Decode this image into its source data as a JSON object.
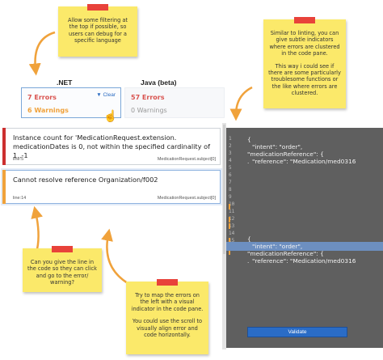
{
  "notes": {
    "filter": "Allow some filtering at the top if possible, so users can debug for a specific language",
    "linting_1": "Similar to linting, you can give subtle indicators where errors are clustered in the code pane.",
    "linting_2": "This way i could see if there are some particularly troublesome functions or the like where errors are clustered.",
    "line": "Can you give the line in the code so they can click and go to the error/ warning?",
    "map_1": "Try to map the errors on the left with a visual indicator in the code pane.",
    "map_2": "You could use the scroll to visually align error and code horizontally."
  },
  "tabs": [
    {
      "name": ".NET",
      "errors": "7 Errors",
      "warnings": "6 Warnings",
      "clear": "Clear"
    },
    {
      "name": "Java (beta)",
      "errors": "57 Errors",
      "warnings": "0 Warnings"
    }
  ],
  "issues": [
    {
      "message": "Instance count for 'MedicationRequest.extension. medicationDates is 0, not within the specified cardinality of 1..-1",
      "line": "line:5",
      "path": "MedicationRequest.subject[0]",
      "severity_color": "#cc2f2f"
    },
    {
      "message": "Cannot resolve reference Organization/f002",
      "line": "line:14",
      "path": "MedicationRequest.subject[0]",
      "severity_color": "#f0a23b"
    }
  ],
  "code": {
    "line_numbers": [
      "1",
      "2",
      "3",
      "4",
      "5",
      "6",
      "7",
      "8",
      "9",
      "10",
      "11",
      "12",
      "13",
      "14",
      "15",
      "16"
    ],
    "top": [
      "{",
      "\"intent\": \"order\",",
      "\"medicationReference\": {",
      "\"reference\": \"Medication/med0316"
    ],
    "bottom": [
      "{",
      "\"intent\": \"order\",",
      "\"medicationReference\": {",
      "\"reference\": \"Medication/med0316"
    ],
    "top_fold": ".",
    "bottom_fold": "."
  },
  "validate_label": "Validate",
  "colors": {
    "note": "#fbe96a",
    "tape": "#e8423a",
    "error": "#d9534f",
    "warning": "#f0a23b",
    "accent": "#2a6cc6",
    "code_bg": "#5f5f5f"
  },
  "icons": {
    "filter": "filter-icon",
    "cursor": "hand-cursor-icon"
  }
}
